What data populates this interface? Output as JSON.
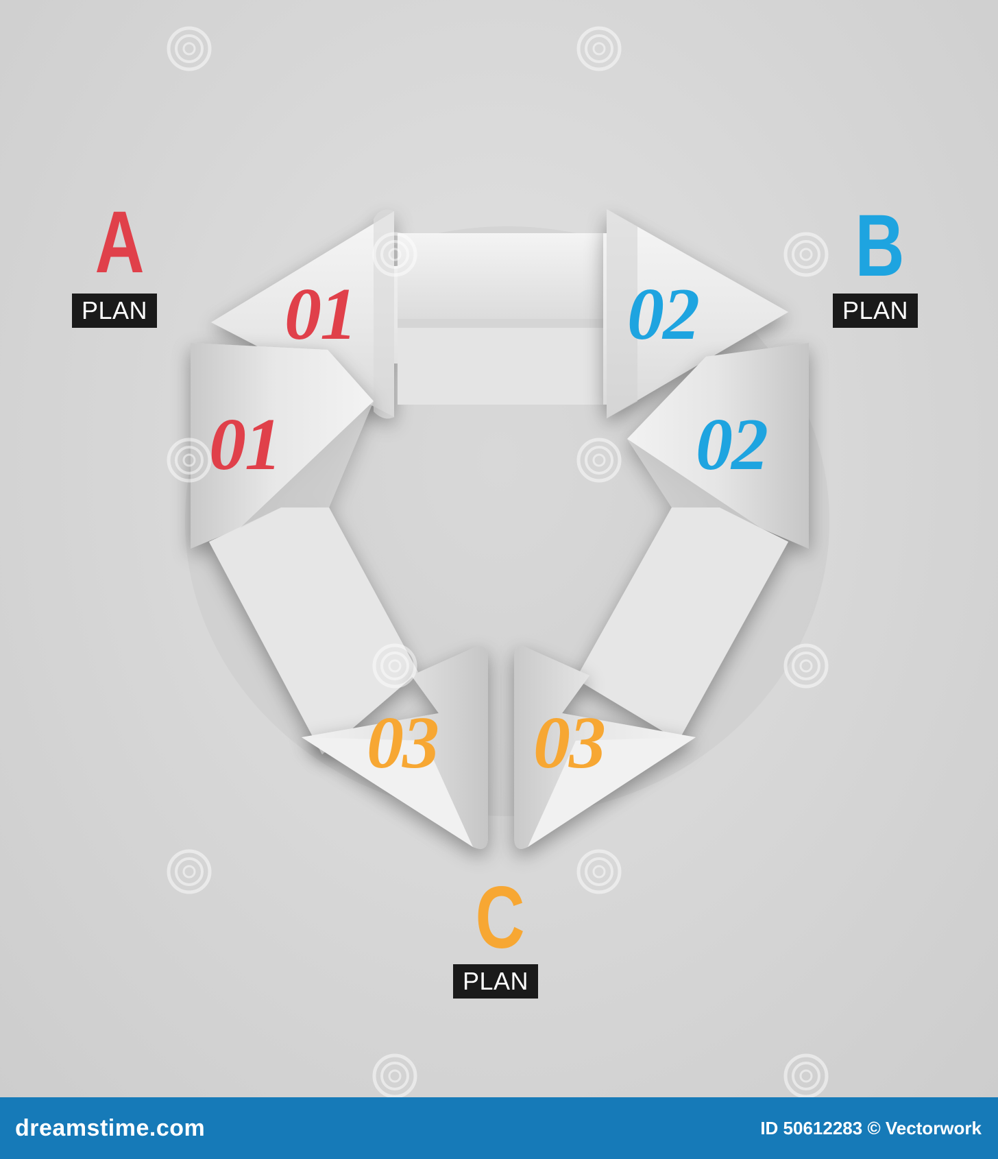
{
  "labels": {
    "a": {
      "letter": "A",
      "tag": "PLAN",
      "color": "#e0404a"
    },
    "b": {
      "letter": "B",
      "tag": "PLAN",
      "color": "#1ea4e0"
    },
    "c": {
      "letter": "C",
      "tag": "PLAN",
      "color": "#f7a733"
    }
  },
  "numbers": {
    "top_left": "01",
    "top_right": "02",
    "left_up": "01",
    "right_up": "02",
    "bottom_left": "03",
    "bottom_right": "03"
  },
  "colors": {
    "red": "#e0404a",
    "blue": "#1ea4e0",
    "orange": "#f7a733",
    "arrow_paper": "#eeeeee",
    "background": "#d6d6d6",
    "footer": "#167ab8"
  },
  "watermark": {
    "icon": "spiral-icon",
    "text": "dreamstime"
  },
  "footer": {
    "site": "dreamstime.com",
    "credit": "ID 50612283 © Vectorwork"
  }
}
